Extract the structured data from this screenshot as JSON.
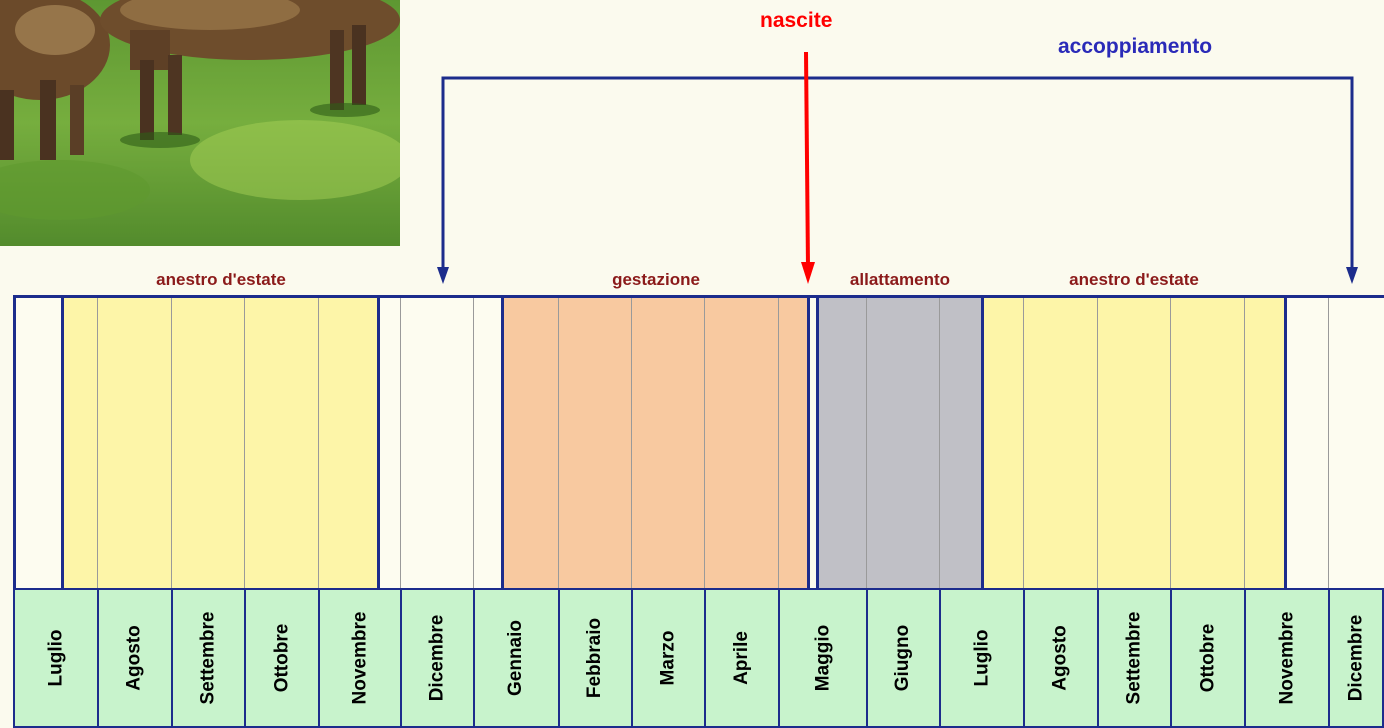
{
  "annotations": {
    "nascite": {
      "text": "nascite",
      "color": "#ff0000"
    },
    "accoppiamento": {
      "text": "accoppiamento",
      "color": "#2a2ab8"
    }
  },
  "phases": [
    {
      "text": "anestro d'estate",
      "color": "#8b1a1a"
    },
    {
      "text": "gestazione",
      "color": "#8b1a1a"
    },
    {
      "text": "allattamento",
      "color": "#8b1a1a"
    },
    {
      "text": "anestro d'estate",
      "color": "#8b1a1a"
    }
  ],
  "months": [
    "Luglio",
    "Agosto",
    "Settembre",
    "Ottobre",
    "Novembre",
    "Dicembre",
    "Gennaio",
    "Febbraio",
    "Marzo",
    "Aprile",
    "Maggio",
    "Giugno",
    "Luglio",
    "Agosto",
    "Settembre",
    "Ottobre",
    "Novembre",
    "Dicembre"
  ],
  "colors": {
    "anestro": "#fdf5a8",
    "gestazione": "#f8c9a0",
    "allattamento": "#c0c0c6",
    "neutral": "#fdfcf0",
    "month_cell": "#c8f3cc",
    "border": "#1c2c8c",
    "background": "#fbfaee"
  },
  "photo": {
    "subject": "piglets-on-grass"
  }
}
